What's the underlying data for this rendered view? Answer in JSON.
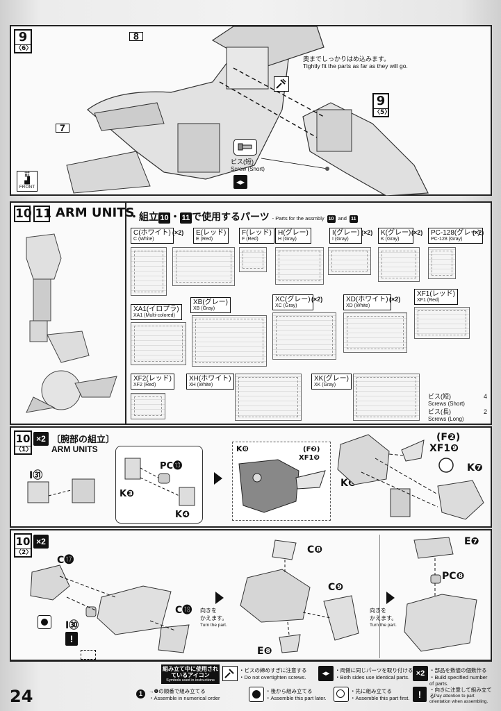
{
  "page_number": "24",
  "step9": {
    "number": "9",
    "sub": "〈6〉",
    "ref8": "8",
    "ref7": "7",
    "ref9": "9",
    "ref9_sub": "〈5〉",
    "tip_jp": "奥までしっかりはめ込みます。",
    "tip_en": "Tightly fit the parts as far as they will go.",
    "screw_jp": "ビス(短)",
    "screw_en": "Screw (Short)",
    "front_jp": "前",
    "front_en": "FRONT"
  },
  "step1011": {
    "num_a": "10",
    "num_b": "11",
    "title": "ARM UNITS",
    "parts_heading_jp": "・組立",
    "parts_heading_num_a": "10",
    "parts_heading_dot": "・",
    "parts_heading_num_b": "11",
    "parts_heading_tail": "で使用するパーツ",
    "parts_heading_en": "- Parts for the assmbly",
    "parts_heading_en_a": "10",
    "parts_heading_en_and": "and",
    "parts_heading_en_b": "11",
    "runners": [
      {
        "name": "C(ホワイト)",
        "en": "C (White)",
        "qty": "(×2)"
      },
      {
        "name": "E(レッド)",
        "en": "E (Red)",
        "qty": ""
      },
      {
        "name": "F(レッド)",
        "en": "F (Red)",
        "qty": ""
      },
      {
        "name": "H(グレー)",
        "en": "H (Gray)",
        "qty": ""
      },
      {
        "name": "I(グレー)",
        "en": "I (Gray)",
        "qty": "(×2)"
      },
      {
        "name": "K(グレー)",
        "en": "K (Gray)",
        "qty": "(×2)"
      },
      {
        "name": "PC-128(グレー)",
        "en": "PC-128 (Gray)",
        "qty": "(×2)"
      },
      {
        "name": "XA1(イロプラ)",
        "en": "XA1 (Multi-colored)",
        "qty": ""
      },
      {
        "name": "XB(グレー)",
        "en": "XB (Gray)",
        "qty": ""
      },
      {
        "name": "XC(グレー)",
        "en": "XC (Gray)",
        "qty": "(×2)"
      },
      {
        "name": "XD(ホワイト)",
        "en": "XD (White)",
        "qty": "(×2)"
      },
      {
        "name": "XF1(レッド)",
        "en": "XF1 (Red)",
        "qty": ""
      },
      {
        "name": "XF2(レッド)",
        "en": "XF2 (Red)",
        "qty": ""
      },
      {
        "name": "XH(ホワイト)",
        "en": "XH (White)",
        "qty": ""
      },
      {
        "name": "XK(グレー)",
        "en": "XK (Gray)",
        "qty": ""
      }
    ],
    "screws_short_jp": "ビス(短)",
    "screws_short_en": "Screws (Short)",
    "screws_short_qty": "4",
    "screws_long_jp": "ビス(長)",
    "screws_long_en": "Screws (Long)",
    "screws_long_qty": "2"
  },
  "step10_1": {
    "num": "10",
    "sub": "〈1〉",
    "mult": "×2",
    "title_jp": "〔腕部の組立〕",
    "title_en": "ARM UNITS",
    "lbl_i31": "I㉛",
    "lbl_pc13": "PC⓭",
    "lbl_k3": "K❸",
    "lbl_k4": "K❹",
    "lbl_k8a": "K❽",
    "lbl_f2a": "(F❷)",
    "lbl_xf19a": "XF1❾",
    "lbl_f2b": "(F❷)",
    "lbl_xf19b": "XF1❾",
    "lbl_k7": "K❼",
    "lbl_k8b": "K❽"
  },
  "step10_2": {
    "num": "10",
    "sub": "〈2〉",
    "mult": "×2",
    "lbl_c17": "C⓱",
    "lbl_c18": "C⓲",
    "lbl_i30": "I㉚",
    "lbl_c8a": "C❽",
    "lbl_c9": "C❾",
    "lbl_e8a": "E❽",
    "lbl_e7": "E❼",
    "lbl_pc8": "PC❽",
    "turn_jp": "向きを\nかえます。",
    "turn_en": "Turn the part."
  },
  "legend": {
    "box_title": "組み立て中に使用されているアイコン",
    "box_en": "Symbols used in instructions",
    "overtighten_jp": "・ビスの締めすぎに注意する",
    "overtighten_en": "・Do not overtighten screws.",
    "identical_jp": "・両側に同じパーツを取り付ける",
    "identical_en": "・Both sides use identical parts.",
    "build_jp": "・部品を数値の個数作る",
    "build_en": "・Build specified number of parts.",
    "numeric_jp": "→❶の順番で組み立てる",
    "numeric_en": "・Assemble in numerical order",
    "later_jp": "・後から組み立てる",
    "later_en": "・Assemble this part later.",
    "first_jp": "・先に組み立てる",
    "first_en": "・Assemble this part first.",
    "orient_jp": "・向きに注意して組み立てる",
    "orient_en": "・Pay attention to part orientation when assembling.",
    "x2": "×2"
  }
}
